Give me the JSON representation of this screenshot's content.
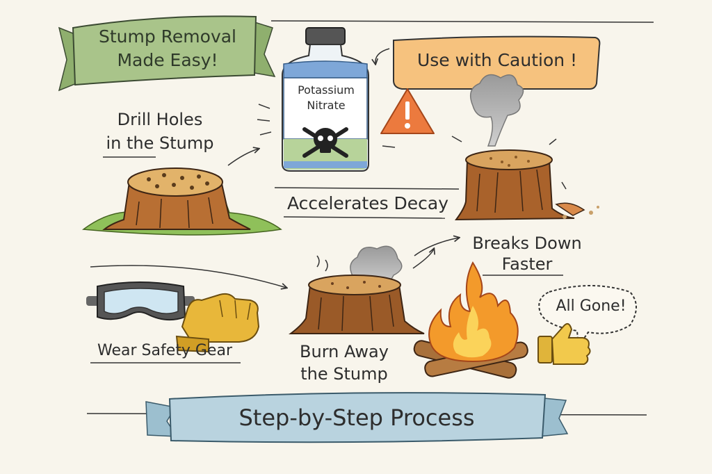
{
  "header": {
    "title_line1": "Stump Removal",
    "title_line2": "Made Easy!"
  },
  "bottle": {
    "label_line1": "Potassium",
    "label_line2": "Nitrate"
  },
  "caution": {
    "text": "Use with Caution !"
  },
  "steps": {
    "drill_line1": "Drill Holes",
    "drill_line2": "in the Stump",
    "accelerates": "Accelerates Decay",
    "breaks_line1": "Breaks Down",
    "breaks_line2": "Faster",
    "safety": "Wear Safety Gear",
    "burn_line1": "Burn Away",
    "burn_line2": "the Stump",
    "all_gone": "All Gone!"
  },
  "footer": {
    "banner": "Step-by-Step Process"
  },
  "colors": {
    "green_banner": "#a9c48a",
    "blue_banner": "#b9d3df",
    "caution_box": "#f6c27e",
    "warning_triangle": "#ec7a3e",
    "bark": "#b86f33",
    "flame": "#f39a2b",
    "glove": "#e8b73a"
  }
}
